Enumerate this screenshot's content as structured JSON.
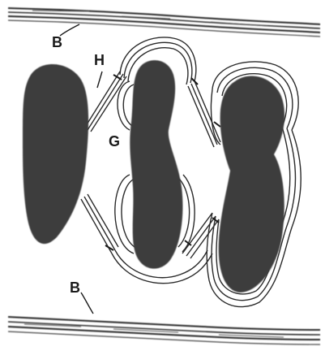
{
  "labels": {
    "top_b": "B",
    "h": "H",
    "g": "G",
    "bottom_b": "B"
  },
  "colors": {
    "cell_fill": "#3d3d3d",
    "line": "#2a2a2a",
    "background": "#ffffff"
  }
}
